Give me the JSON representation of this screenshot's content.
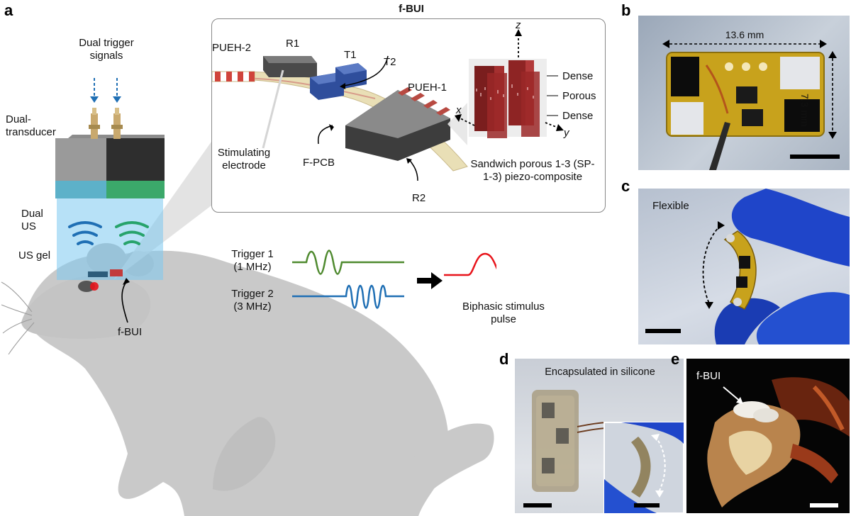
{
  "panels": {
    "a": {
      "letter": "a",
      "inset_title": "f-BUI",
      "labels": {
        "dual_trigger": "Dual trigger signals",
        "dual_transducer": "Dual-transducer",
        "dual_us": "Dual US",
        "us_gel": "US gel",
        "f_bui": "f-BUI",
        "pueh2": "PUEH-2",
        "pueh1": "PUEH-1",
        "r1": "R1",
        "r2": "R2",
        "t1": "T1",
        "t2": "T2",
        "stim_electrode": "Stimulating electrode",
        "fpcb": "F-PCB",
        "sp13": "Sandwich porous 1-3 (SP-1-3) piezo-composite",
        "dense_top": "Dense",
        "porous": "Porous",
        "dense_bottom": "Dense",
        "axis_x": "x",
        "axis_y": "y",
        "axis_z": "z"
      },
      "signals": {
        "trigger1": "Trigger 1",
        "trigger1_freq": "(1 MHz)",
        "trigger2": "Trigger 2",
        "trigger2_freq": "(3 MHz)",
        "biphasic": "Biphasic stimulus pulse"
      },
      "colors": {
        "trigger1": "#4f8a2f",
        "trigger2": "#1f6fb4",
        "biphasic": "#e8141b",
        "us_beam": "#7cc8f0",
        "rat": "#c9c9c9"
      }
    },
    "b": {
      "letter": "b",
      "width_label": "13.6 mm",
      "height_label": "7.3 mm"
    },
    "c": {
      "letter": "c",
      "label": "Flexible"
    },
    "d": {
      "letter": "d",
      "label": "Encapsulated in silicone"
    },
    "e": {
      "letter": "e",
      "label": "f-BUI"
    }
  }
}
